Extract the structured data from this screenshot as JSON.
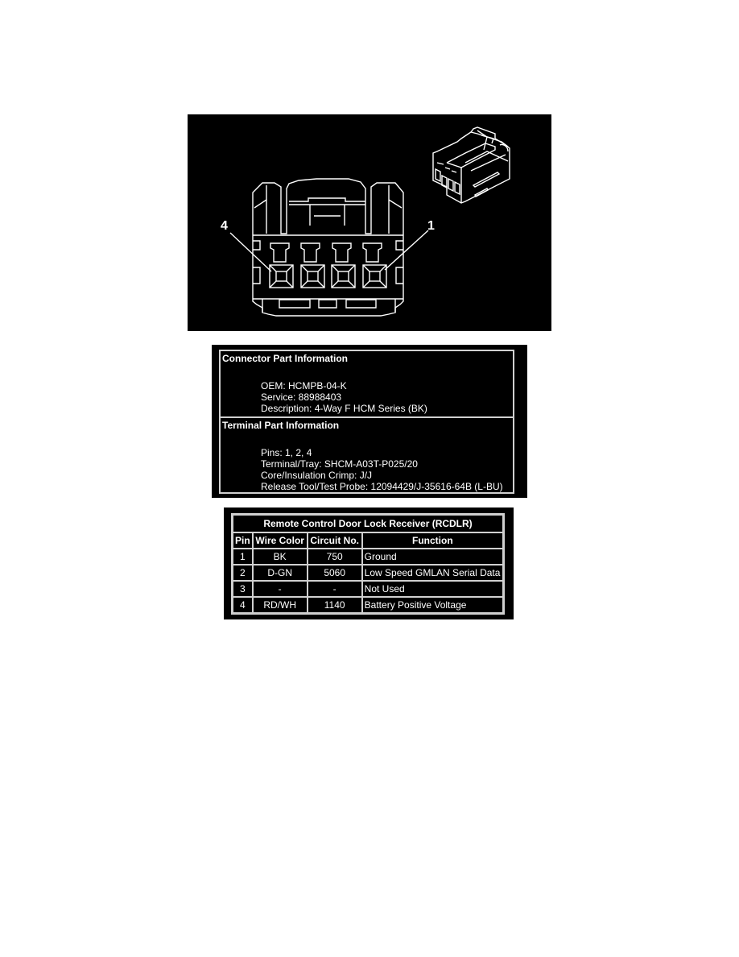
{
  "figure": {
    "callouts": [
      {
        "label": "4",
        "target_pin": 4
      },
      {
        "label": "1",
        "target_pin": 1
      }
    ],
    "description": "Connector end view with isometric view inset",
    "line_color": "#ffffff",
    "background": "#000000"
  },
  "connector_info": {
    "heading": "Connector Part Information",
    "lines": [
      "OEM: HCMPB-04-K",
      "Service: 88988403",
      "Description: 4-Way F HCM Series (BK)"
    ]
  },
  "terminal_info": {
    "heading": "Terminal Part Information",
    "lines": [
      "Pins: 1, 2, 4",
      "Terminal/Tray: SHCM-A03T-P025/20",
      "Core/Insulation Crimp: J/J",
      "Release Tool/Test Probe: 12094429/J-35616-64B (L-BU)"
    ]
  },
  "pinout": {
    "title": "Remote Control Door Lock Receiver (RCDLR)",
    "columns": [
      "Pin",
      "Wire Color",
      "Circuit No.",
      "Function"
    ],
    "rows": [
      {
        "pin": "1",
        "wire_color": "BK",
        "circuit": "750",
        "function": "Ground"
      },
      {
        "pin": "2",
        "wire_color": "D-GN",
        "circuit": "5060",
        "function": "Low Speed GMLAN Serial Data"
      },
      {
        "pin": "3",
        "wire_color": "-",
        "circuit": "-",
        "function": "Not Used"
      },
      {
        "pin": "4",
        "wire_color": "RD/WH",
        "circuit": "1140",
        "function": "Battery Positive Voltage"
      }
    ]
  }
}
